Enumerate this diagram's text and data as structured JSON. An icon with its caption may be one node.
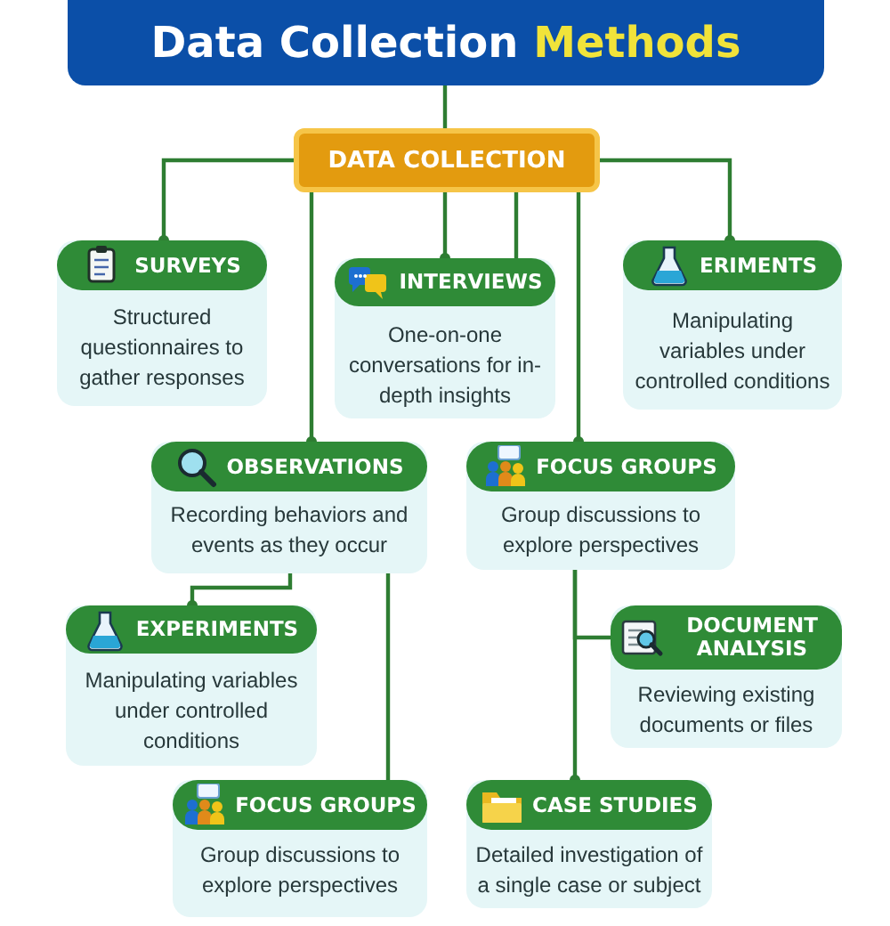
{
  "diagram": {
    "nodes": [
      {
        "text": [
          "Data Collection Methods"
        ]
      },
      {
        "text": [
          "DATA COLLECTION"
        ]
      },
      {
        "text": [
          "SURVEYS",
          "Structured questionnaires to gather responses"
        ]
      },
      {
        "text": [
          "INTERVIEWS",
          "One-on-one conversations for in-depth insights"
        ]
      },
      {
        "text": [
          "ERIMENTS",
          "Manipulating variables under controlled conditions"
        ]
      },
      {
        "text": [
          "OBSERVATIONS",
          "Recording behaviors and events as they occur"
        ]
      },
      {
        "text": [
          "FOCUS GROUPS",
          "Group discussions to explore perspectives"
        ]
      },
      {
        "text": [
          "EXPERIMENTS",
          "Manipulating variables under controlled conditions"
        ]
      },
      {
        "text": [
          "DOCUMENT ANALYSIS",
          "Reviewing existing documents or files"
        ]
      },
      {
        "text": [
          "FOCUS GROUPS",
          "Group discussions to explore perspectives"
        ]
      },
      {
        "text": [
          "CASE STUDIES",
          "Detailed investigation of a single case or subject"
        ]
      }
    ],
    "edges": [
      {
        "from": 0,
        "to": 1,
        "arrow": "none"
      },
      {
        "from": 1,
        "to": 2,
        "arrow": "other"
      },
      {
        "from": 1,
        "to": 5,
        "arrow": "other"
      },
      {
        "from": 1,
        "to": 3,
        "arrow": "other"
      },
      {
        "from": 1,
        "to": 3,
        "arrow": "none"
      },
      {
        "from": 1,
        "to": 6,
        "arrow": "other"
      },
      {
        "from": 1,
        "to": 4,
        "arrow": "other"
      },
      {
        "from": 5,
        "to": 7,
        "arrow": "other"
      },
      {
        "from": 5,
        "to": 9,
        "arrow": "none"
      },
      {
        "from": 6,
        "to": 8,
        "arrow": "none"
      },
      {
        "from": 6,
        "to": 10,
        "arrow": "other"
      }
    ]
  }
}
